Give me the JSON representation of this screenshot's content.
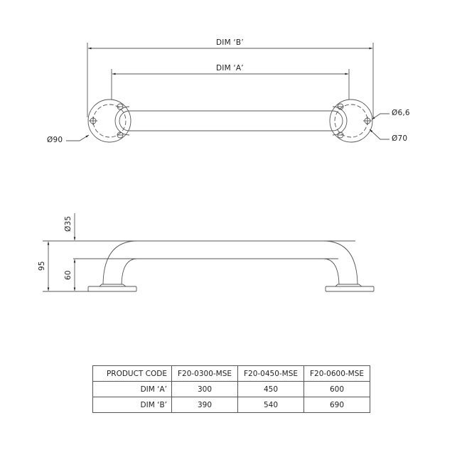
{
  "top_view": {
    "dim_b_label": "DIM ‘B’",
    "dim_a_label": "DIM ‘A’",
    "flange_outer_dia": "Ø90",
    "hole_dia": "Ø6,6",
    "pcd_dia": "Ø70"
  },
  "side_view": {
    "tube_dia": "Ø35",
    "total_height": "95",
    "clearance": "60"
  },
  "spec_table": {
    "headers": [
      "PRODUCT CODE",
      "F20-0300-MSE",
      "F20-0450-MSE",
      "F20-0600-MSE"
    ],
    "rows": [
      {
        "label": "DIM ‘A’",
        "values": [
          "300",
          "450",
          "600"
        ]
      },
      {
        "label": "DIM ‘B’",
        "values": [
          "390",
          "540",
          "690"
        ]
      }
    ]
  },
  "colors": {
    "line": "#555555",
    "text": "#222222",
    "background": "#ffffff"
  }
}
